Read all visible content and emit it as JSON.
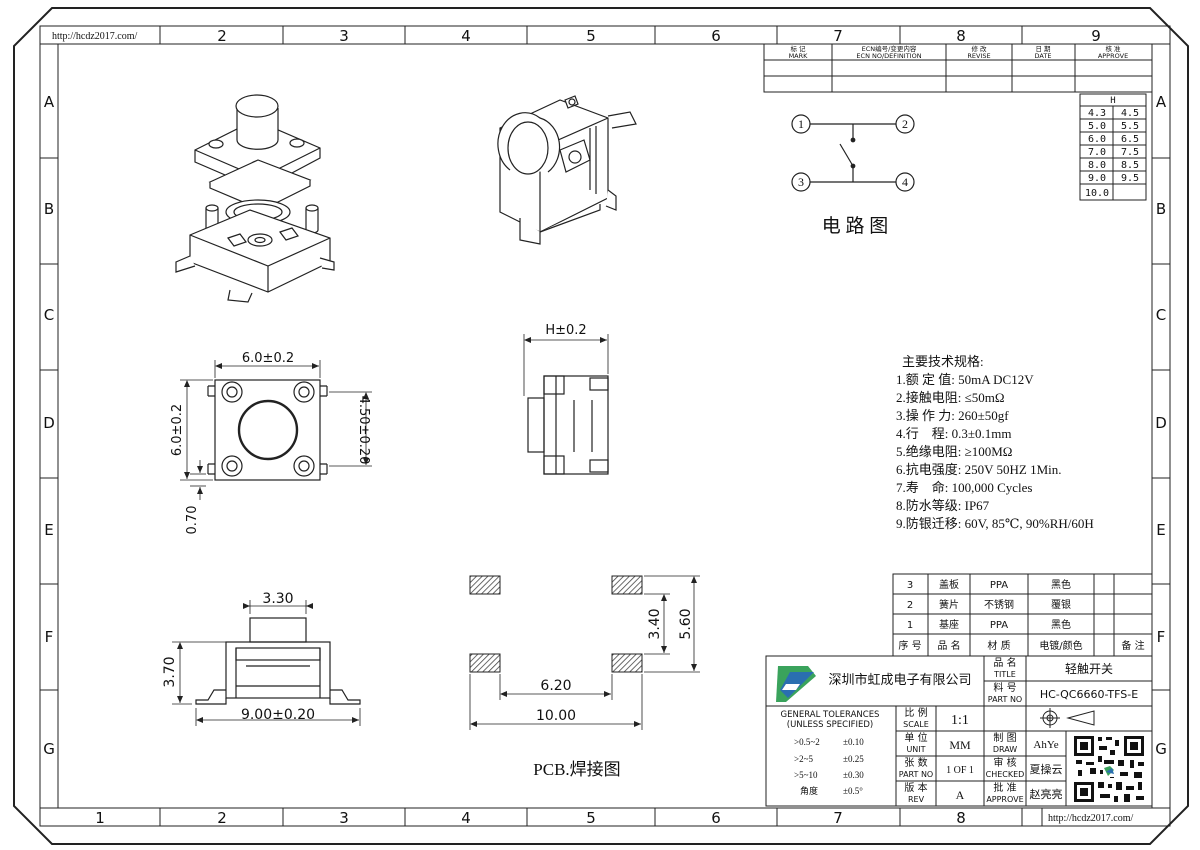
{
  "url_text": "http://hcdz2017.com/",
  "columns": [
    "2",
    "3",
    "4",
    "5",
    "6",
    "7",
    "8",
    "9"
  ],
  "bottom_columns": [
    "1",
    "2",
    "3",
    "4",
    "5",
    "6",
    "7",
    "8"
  ],
  "rows": [
    "A",
    "B",
    "C",
    "D",
    "E",
    "F",
    "G"
  ],
  "revision_table": {
    "headers": [
      {
        "cn": "标 记",
        "en": "MARK"
      },
      {
        "cn": "ECN编号/变更内容",
        "en": "ECN NO/DEFINITION"
      },
      {
        "cn": "修 改",
        "en": "REVISE"
      },
      {
        "cn": "日 期",
        "en": "DATE"
      },
      {
        "cn": "核 准",
        "en": "APPROVE"
      }
    ]
  },
  "h_table": {
    "header": "H",
    "rows": [
      [
        "4.3",
        "4.5"
      ],
      [
        "5.0",
        "5.5"
      ],
      [
        "6.0",
        "6.5"
      ],
      [
        "7.0",
        "7.5"
      ],
      [
        "8.0",
        "8.5"
      ],
      [
        "9.0",
        "9.5"
      ],
      [
        "10.0",
        ""
      ]
    ]
  },
  "circuit": {
    "title": "电 路 图",
    "pins": [
      "1",
      "2",
      "3",
      "4"
    ]
  },
  "dims": {
    "h": "H±0.2",
    "w6": "6.0±0.2",
    "h6": "6.0±0.2",
    "h45": "4.50±0.20",
    "d070": "0.70",
    "d330": "3.30",
    "d370": "3.70",
    "d900": "9.00±0.20",
    "d340": "3.40",
    "d560": "5.60",
    "d620": "6.20",
    "d1000": "10.00"
  },
  "pcb_title": "PCB.焊接图",
  "specs": {
    "title": "主要技术规格:",
    "lines": [
      "1.额 定 值: 50mA DC12V",
      "2.接触电阻: ≤50mΩ",
      "3.操 作 力: 260±50gf",
      "4.行    程: 0.3±0.1mm",
      "5.绝缘电阻: ≥100MΩ",
      "6.抗电强度: 250V 50HZ 1Min.",
      "7.寿    命: 100,000 Cycles",
      "8.防水等级: IP67",
      "9.防银迁移: 60V, 85℃, 90%RH/60H"
    ]
  },
  "bom": {
    "rows": [
      [
        "3",
        "盖板",
        "PPA",
        "黑色",
        ""
      ],
      [
        "2",
        "簧片",
        "不锈钢",
        "覆银",
        ""
      ],
      [
        "1",
        "基座",
        "PPA",
        "黑色",
        ""
      ]
    ],
    "headers": [
      "序 号",
      "品 名",
      "材 质",
      "电镀/颜色",
      "备 注"
    ]
  },
  "title_block": {
    "company": "深圳市虹成电子有限公司",
    "title_label_cn": "品 名",
    "title_label_en": "TITLE",
    "title_value": "轻触开关",
    "part_label_cn": "料 号",
    "part_label_en": "PART NO",
    "part_value": "HC-QC6660-TFS-E",
    "tol_title_1": "GENERAL TOLERANCES",
    "tol_title_2": "(UNLESS SPECIFIED)",
    "tolerances": [
      [
        ">0.5~2",
        "±0.10"
      ],
      [
        ">2~5",
        "±0.25"
      ],
      [
        ">5~10",
        "±0.30"
      ],
      [
        "角度",
        "±0.5°"
      ]
    ],
    "scale_cn": "比 例",
    "scale_en": "SCALE",
    "scale_value": "1:1",
    "unit_cn": "单 位",
    "unit_en": "UNIT",
    "unit_value": "MM",
    "sheet_cn": "张 数",
    "sheet_en": "PART NO",
    "sheet_value": "1 OF 1",
    "rev_cn": "版 本",
    "rev_en": "REV",
    "rev_value": "A",
    "draw_cn": "制 图",
    "draw_en": "DRAW",
    "draw_value": "AhYe",
    "check_cn": "审 核",
    "check_en": "CHECKED",
    "check_value": "夏操云",
    "approve_cn": "批 准",
    "approve_en": "APPROVE",
    "approve_value": "赵亮亮"
  },
  "colors": {
    "line": "#222222",
    "hatch": "#555555",
    "logo_green": "#3aa35c",
    "logo_blue": "#2a6fb0"
  }
}
